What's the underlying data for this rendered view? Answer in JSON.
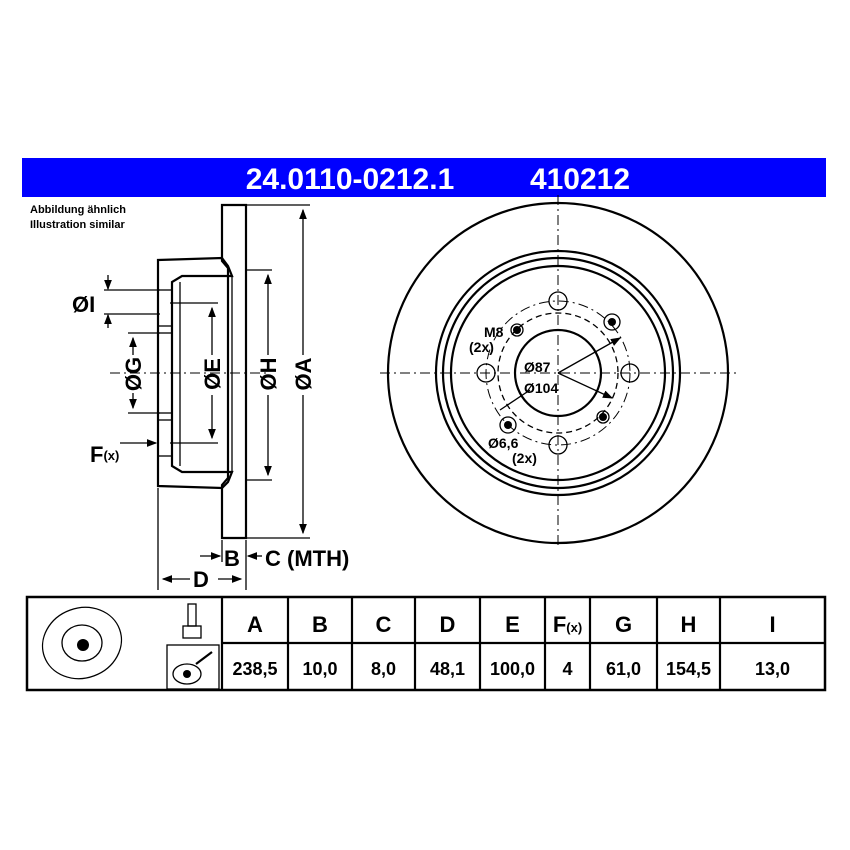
{
  "header": {
    "part_number": "24.0110-0212.1",
    "ref_number": "410212",
    "bar_color": "#0000ff"
  },
  "note": {
    "line1": "Abbildung ähnlich",
    "line2": "Illustration similar"
  },
  "section_labels": {
    "I": "ØI",
    "G": "ØG",
    "E": "ØE",
    "H": "ØH",
    "A": "ØA",
    "F": "F",
    "F_sub": "(x)",
    "B": "B",
    "C": "C (MTH)",
    "D": "D"
  },
  "front_labels": {
    "m8": "M8",
    "m8_count": "(2x)",
    "d87": "Ø87",
    "d104": "Ø104",
    "d66": "Ø6,6",
    "d66_count": "(2x)"
  },
  "table": {
    "icons": [
      "brake-disc-icon",
      "bolt-icon",
      "measuring-tool-icon"
    ],
    "columns": [
      {
        "header": "A",
        "value": "238,5"
      },
      {
        "header": "B",
        "value": "10,0"
      },
      {
        "header": "C",
        "value": "8,0"
      },
      {
        "header": "D",
        "value": "48,1"
      },
      {
        "header": "E",
        "value": "100,0"
      },
      {
        "header": "F",
        "header_sub": "(x)",
        "value": "4"
      },
      {
        "header": "G",
        "value": "61,0"
      },
      {
        "header": "H",
        "value": "154,5"
      },
      {
        "header": "I",
        "value": "13,0"
      }
    ]
  }
}
